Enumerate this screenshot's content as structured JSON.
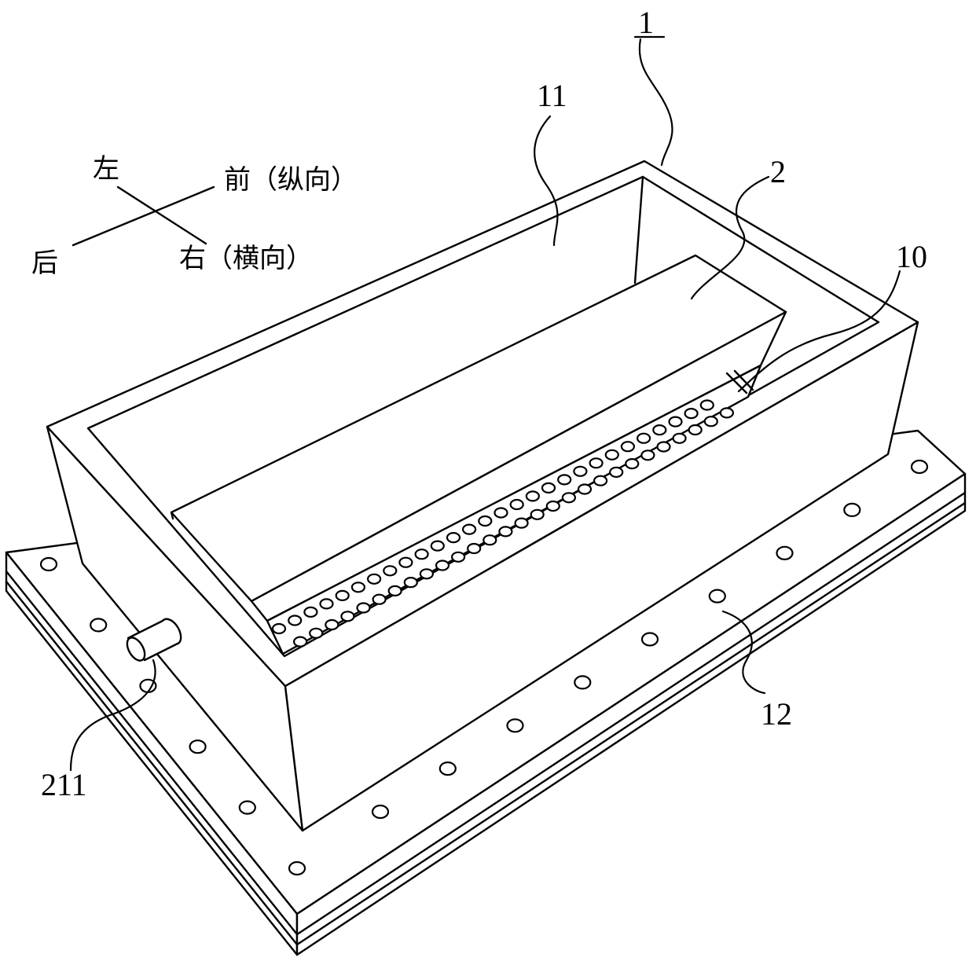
{
  "labels": {
    "part_1": "1",
    "part_11": "11",
    "part_2": "2",
    "part_10": "10",
    "part_12": "12",
    "part_211": "211"
  },
  "orientation": {
    "left": "左",
    "front": "前（纵向）",
    "back": "后",
    "right": "右（横向）"
  }
}
